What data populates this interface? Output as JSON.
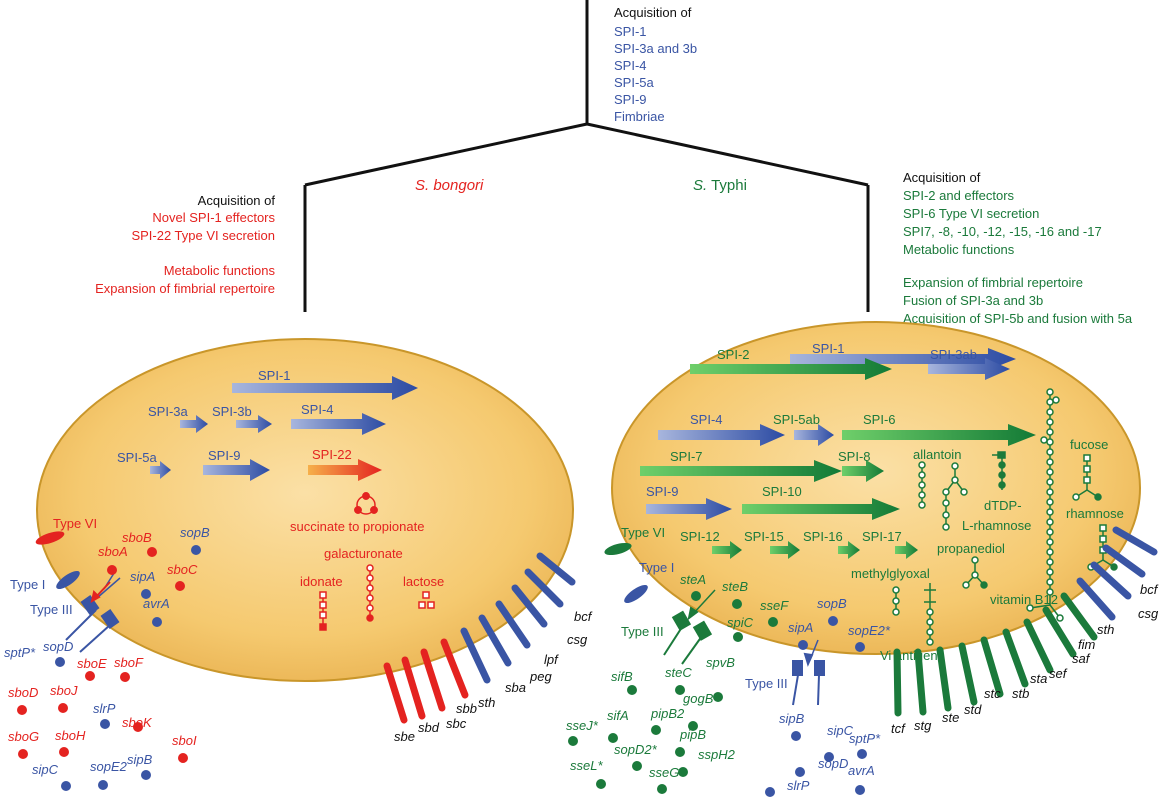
{
  "colors": {
    "blue": "#3a55a4",
    "red": "#e42320",
    "green": "#1b7a3b",
    "black": "#111111",
    "cell_fill": "#f3c46e",
    "cell_edge": "#c9962a"
  },
  "tree": {
    "root": {
      "heading": "Acquisition of",
      "items": [
        "SPI-1",
        "SPI-3a and 3b",
        "SPI-4",
        "SPI-5a",
        "SPI-9",
        "Fimbriae"
      ]
    },
    "bongori": {
      "name": "S. bongori",
      "heading": "Acquisition of",
      "items": [
        "Novel SPI-1 effectors",
        "SPI-22 Type VI secretion",
        "Metabolic functions",
        "Expansion of fimbrial repertoire"
      ]
    },
    "typhi": {
      "name_genus": "S.",
      "name_species": "Typhi",
      "heading": "Acquisition of",
      "items": [
        "SPI-2 and effectors",
        "SPI-6 Type VI secretion",
        "SPI7, -8, -10, -12, -15, -16 and -17",
        "Metabolic functions",
        "Expansion of fimbrial repertoire",
        "Fusion of SPI-3a and 3b",
        "Acquisition of SPI-5b and fusion with 5a"
      ]
    }
  },
  "bongori_cell": {
    "islands": [
      {
        "label": "SPI-1",
        "color": "blue"
      },
      {
        "label": "SPI-3a",
        "color": "blue"
      },
      {
        "label": "SPI-3b",
        "color": "blue"
      },
      {
        "label": "SPI-4",
        "color": "blue"
      },
      {
        "label": "SPI-5a",
        "color": "blue"
      },
      {
        "label": "SPI-9",
        "color": "blue"
      },
      {
        "label": "SPI-22",
        "color": "red"
      }
    ],
    "metabolism": [
      "succinate to propionate",
      "galacturonate",
      "idonate",
      "lactose"
    ],
    "secretion": [
      "Type VI",
      "Type I",
      "Type III"
    ],
    "effectors_inside": [
      {
        "name": "sboB",
        "color": "red"
      },
      {
        "name": "sopB",
        "color": "blue"
      },
      {
        "name": "sboA",
        "color": "red"
      },
      {
        "name": "sboC",
        "color": "red"
      },
      {
        "name": "sipA",
        "color": "blue"
      },
      {
        "name": "avrA",
        "color": "blue"
      }
    ],
    "effectors_outside": [
      {
        "name": "sptP*",
        "color": "blue"
      },
      {
        "name": "sopD",
        "color": "blue"
      },
      {
        "name": "sboE",
        "color": "red"
      },
      {
        "name": "sboF",
        "color": "red"
      },
      {
        "name": "sboD",
        "color": "red"
      },
      {
        "name": "sboJ",
        "color": "red"
      },
      {
        "name": "slrP",
        "color": "blue"
      },
      {
        "name": "sboK",
        "color": "red"
      },
      {
        "name": "sboG",
        "color": "red"
      },
      {
        "name": "sboH",
        "color": "red"
      },
      {
        "name": "sboI",
        "color": "red"
      },
      {
        "name": "sipC",
        "color": "blue"
      },
      {
        "name": "sopE2",
        "color": "blue"
      },
      {
        "name": "sipB",
        "color": "blue"
      }
    ],
    "fimbriae": [
      {
        "name": "sbe",
        "color": "red"
      },
      {
        "name": "sbd",
        "color": "red"
      },
      {
        "name": "sbc",
        "color": "red"
      },
      {
        "name": "sbb",
        "color": "red"
      },
      {
        "name": "sth",
        "color": "blue"
      },
      {
        "name": "sba",
        "color": "blue"
      },
      {
        "name": "peg",
        "color": "blue"
      },
      {
        "name": "lpf",
        "color": "blue"
      },
      {
        "name": "csg",
        "color": "blue"
      },
      {
        "name": "bcf",
        "color": "blue"
      }
    ]
  },
  "typhi_cell": {
    "islands": [
      {
        "label": "SPI-1",
        "color": "blue"
      },
      {
        "label": "SPI-2",
        "color": "green"
      },
      {
        "label": "SPI-3ab",
        "color": "blue"
      },
      {
        "label": "SPI-4",
        "color": "blue"
      },
      {
        "label": "SPI-5ab",
        "color": "blue"
      },
      {
        "label": "SPI-6",
        "color": "green"
      },
      {
        "label": "SPI-7",
        "color": "green"
      },
      {
        "label": "SPI-8",
        "color": "green"
      },
      {
        "label": "SPI-9",
        "color": "blue"
      },
      {
        "label": "SPI-10",
        "color": "green"
      },
      {
        "label": "SPI-12",
        "color": "green"
      },
      {
        "label": "SPI-15",
        "color": "green"
      },
      {
        "label": "SPI-16",
        "color": "green"
      },
      {
        "label": "SPI-17",
        "color": "green"
      }
    ],
    "metabolism": [
      "allantoin",
      "fucose",
      "dTDP-",
      "L-rhamnose",
      "rhamnose",
      "propanediol",
      "methylglyoxal",
      "vitamin B12",
      "Vi antigen"
    ],
    "secretion": [
      "Type VI",
      "Type I",
      "Type III",
      "Type III"
    ],
    "effectors_inside": [
      {
        "name": "steA",
        "color": "green"
      },
      {
        "name": "steB",
        "color": "green"
      },
      {
        "name": "sseF",
        "color": "green"
      },
      {
        "name": "sopB",
        "color": "blue"
      },
      {
        "name": "spiC",
        "color": "green"
      },
      {
        "name": "sipA",
        "color": "blue"
      },
      {
        "name": "sopE2*",
        "color": "blue"
      }
    ],
    "effectors_outside": [
      {
        "name": "sifB",
        "color": "green"
      },
      {
        "name": "steC",
        "color": "green"
      },
      {
        "name": "spvB",
        "color": "green"
      },
      {
        "name": "gogB",
        "color": "green"
      },
      {
        "name": "sseJ*",
        "color": "green"
      },
      {
        "name": "sifA",
        "color": "green"
      },
      {
        "name": "pipB2",
        "color": "green"
      },
      {
        "name": "pipB",
        "color": "green"
      },
      {
        "name": "sopD2*",
        "color": "green"
      },
      {
        "name": "sspH2",
        "color": "green"
      },
      {
        "name": "sseL*",
        "color": "green"
      },
      {
        "name": "sseG",
        "color": "green"
      },
      {
        "name": "sipB",
        "color": "blue"
      },
      {
        "name": "sipC",
        "color": "blue"
      },
      {
        "name": "sopD",
        "color": "blue"
      },
      {
        "name": "sptP*",
        "color": "blue"
      },
      {
        "name": "slrP",
        "color": "blue"
      },
      {
        "name": "avrA",
        "color": "blue"
      }
    ],
    "fimbriae": [
      {
        "name": "tcf",
        "color": "green"
      },
      {
        "name": "stg",
        "color": "green"
      },
      {
        "name": "ste",
        "color": "green"
      },
      {
        "name": "std",
        "color": "green"
      },
      {
        "name": "stc",
        "color": "green"
      },
      {
        "name": "stb",
        "color": "green"
      },
      {
        "name": "sta",
        "color": "green"
      },
      {
        "name": "sef",
        "color": "green"
      },
      {
        "name": "saf",
        "color": "green"
      },
      {
        "name": "fim",
        "color": "blue"
      },
      {
        "name": "sth",
        "color": "blue"
      },
      {
        "name": "csg",
        "color": "blue"
      },
      {
        "name": "bcf",
        "color": "blue"
      }
    ]
  }
}
